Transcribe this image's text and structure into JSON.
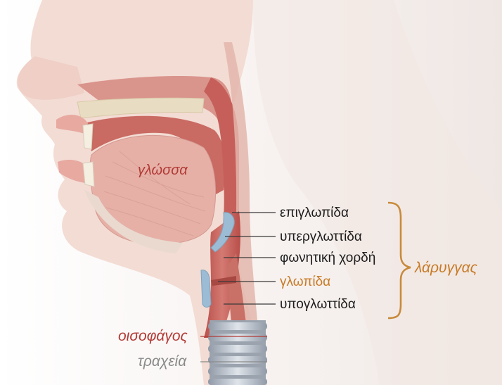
{
  "labels": {
    "tongue": "γλώσσα",
    "epiglottis": "επιγλωπίδα",
    "supraglottis": "υπεργλωττίδα",
    "vocal_cord": "φωνητική χορδή",
    "glottis": "γλωπίδα",
    "subglottis": "υπογλωττίδα",
    "larynx": "λάρυγγας",
    "esophagus": "οισοφάγος",
    "trachea": "τραχεία"
  },
  "colors": {
    "skin": "#f3dcd4",
    "tissue": "#e8b3aa",
    "airway": "#c65f5a",
    "cartilage": "#9bbcd4",
    "bone": "#e8dcc2",
    "label_dark": "#1c1c1c",
    "label_red": "#b23a35",
    "label_orange": "#c87a25",
    "label_grey": "#8a8a8a",
    "bracket": "#c88a3a"
  }
}
